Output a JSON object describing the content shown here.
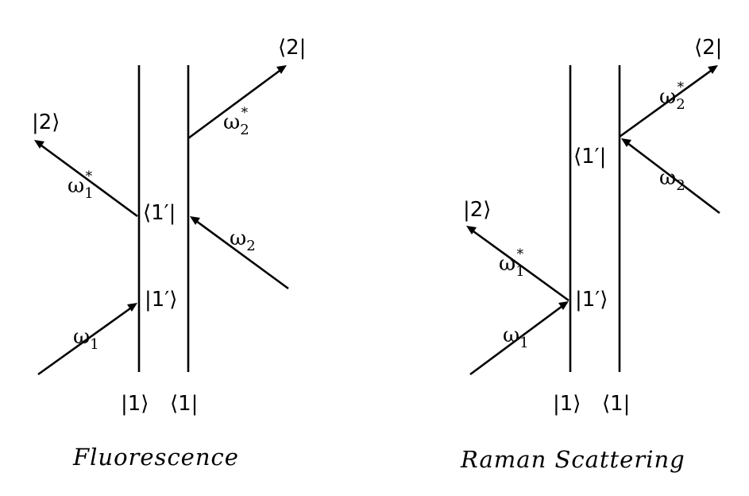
{
  "fluorescence": {
    "caption": "Fluorescence",
    "bottom_ket": "|1⟩",
    "bottom_bra": "⟨1|",
    "top_bra": "⟨2|",
    "top_ket": "|2⟩",
    "mid_bra": "⟨1′|",
    "mid_ket": "|1′⟩",
    "omega1": {
      "base": "ω",
      "sub": "1"
    },
    "omega2": {
      "base": "ω",
      "sub": "2"
    },
    "omega1_star": {
      "base": "ω",
      "sub": "1",
      "sup": "*"
    },
    "omega2_star": {
      "base": "ω",
      "sub": "2",
      "sup": "*"
    }
  },
  "raman": {
    "caption": "Raman Scattering",
    "bottom_ket": "|1⟩",
    "bottom_bra": "⟨1|",
    "top_bra": "⟨2|",
    "top_ket": "|2⟩",
    "mid_bra": "⟨1′|",
    "mid_ket": "|1′⟩",
    "omega1": {
      "base": "ω",
      "sub": "1"
    },
    "omega2": {
      "base": "ω",
      "sub": "2"
    },
    "omega1_star": {
      "base": "ω",
      "sub": "1",
      "sup": "*"
    },
    "omega2_star": {
      "base": "ω",
      "sub": "2",
      "sup": "*"
    }
  }
}
